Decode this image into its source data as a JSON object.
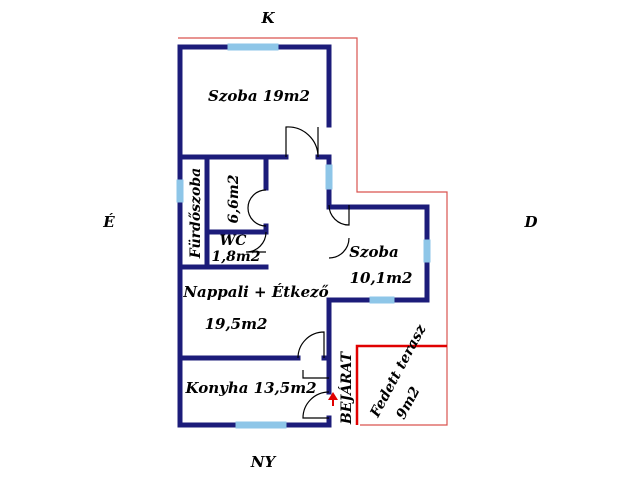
{
  "compass": {
    "north": "K",
    "south": "NY",
    "west": "É",
    "east": "D"
  },
  "rooms": {
    "szoba_big": "Szoba 19m2",
    "bath_name": "Fürdőszoba",
    "bath_area": "6,6m2",
    "wc_name": "WC",
    "wc_area": "1,8m2",
    "szoba_small_name": "Szoba",
    "szoba_small_area": "10,1m2",
    "living_name": "Nappali + Étkező",
    "living_area": "19,5m2",
    "kitchen": "Konyha 13,5m2",
    "entrance": "BEJÁRAT",
    "terrace_name": "Fedett terasz",
    "terrace_area": "9m2"
  },
  "colors": {
    "wall": "#1c1c7a",
    "window": "#8ec6e8",
    "boundary": "#d9534f",
    "terrace": "#e00000",
    "arrow": "#e00000"
  }
}
